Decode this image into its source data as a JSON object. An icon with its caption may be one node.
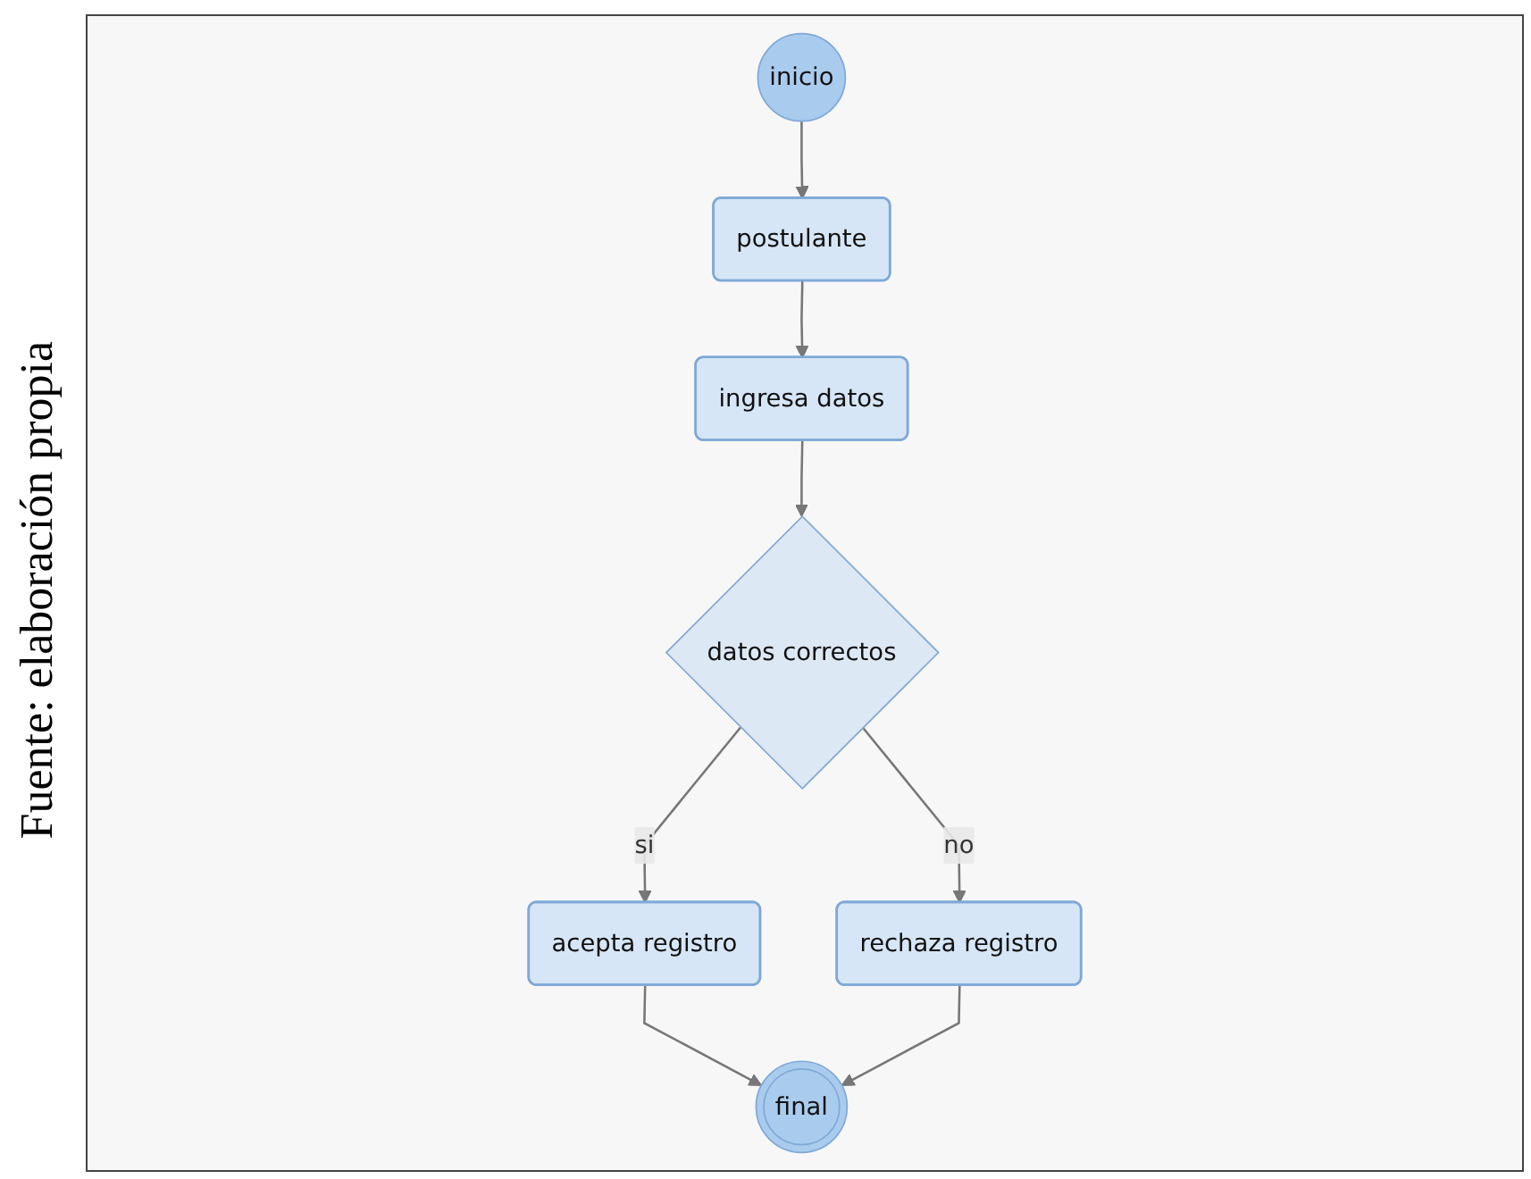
{
  "diagram": {
    "caption": "Fuente: elaboración propia",
    "nodes": [
      {
        "text": [
          "inicio"
        ]
      },
      {
        "text": [
          "postulante"
        ]
      },
      {
        "text": [
          "ingresa datos"
        ]
      },
      {
        "text": [
          "datos correctos"
        ]
      },
      {
        "text": [
          "acepta registro"
        ]
      },
      {
        "text": [
          "rechaza registro"
        ]
      },
      {
        "text": [
          "final"
        ]
      }
    ],
    "edges": [
      {
        "from": 0,
        "to": 1,
        "arrow": "to"
      },
      {
        "from": 1,
        "to": 2,
        "arrow": "to"
      },
      {
        "from": 2,
        "to": 3,
        "arrow": "to"
      },
      {
        "from": 3,
        "to": 4,
        "label": "si",
        "arrow": "to"
      },
      {
        "from": 3,
        "to": 5,
        "label": "no",
        "arrow": "to"
      },
      {
        "from": 4,
        "to": 6,
        "arrow": "to"
      },
      {
        "from": 5,
        "to": 6,
        "arrow": "to"
      }
    ]
  }
}
